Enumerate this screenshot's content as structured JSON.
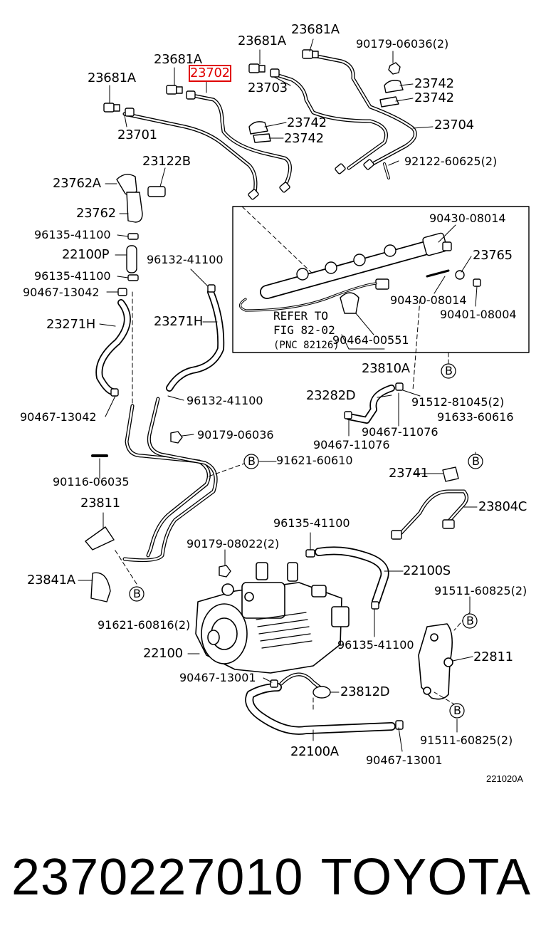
{
  "diagram": {
    "part_labels": {
      "p23681a_1": "23681A",
      "p23681a_2": "23681A",
      "p23681a_3": "23681A",
      "p23681a_4": "23681A",
      "p90179_06036_2": "90179-06036(2)",
      "p23702": "23702",
      "p23703": "23703",
      "p23742_1": "23742",
      "p23742_2": "23742",
      "p23742_3": "23742",
      "p23742_4": "23742",
      "p23704": "23704",
      "p23701": "23701",
      "p92122": "92122-60625(2)",
      "p23122b": "23122B",
      "p23762a": "23762A",
      "p23762": "23762",
      "p96135_1": "96135-41100",
      "p22100p": "22100P",
      "p96135_2": "96135-41100",
      "p90467_13042_1": "90467-13042",
      "p96132_1": "96132-41100",
      "p23271h_1": "23271H",
      "p23271h_2": "23271H",
      "p90430_1": "90430-08014",
      "p23765": "23765",
      "p90430_2": "90430-08014",
      "p90401": "90401-08004",
      "p90464": "90464-00551",
      "p23810a": "23810A",
      "p23282d": "23282D",
      "p91512": "91512-81045(2)",
      "p91633": "91633-60616",
      "p90467_13042_2": "90467-13042",
      "p96132_2": "96132-41100",
      "p90467_11076_1": "90467-11076",
      "p90467_11076_2": "90467-11076",
      "p90179_06036": "90179-06036",
      "p91621_60610": "91621-60610",
      "p90116": "90116-06035",
      "p23741": "23741",
      "p23811": "23811",
      "p23804c": "23804C",
      "p96135_3": "96135-41100",
      "p90179_08022": "90179-08022(2)",
      "p22100s": "22100S",
      "p23841a": "23841A",
      "p91511_1": "91511-60825(2)",
      "p91621_60816": "91621-60816(2)",
      "p96135_4": "96135-41100",
      "p22100": "22100",
      "p22811": "22811",
      "p90467_13001_1": "90467-13001",
      "p23812d": "23812D",
      "p91511_2": "91511-60825(2)",
      "p22100a": "22100A",
      "p90467_13001_2": "90467-13001"
    },
    "refer_note": {
      "line1": "REFER TO",
      "line2": "FIG 82-02",
      "line3": "(PNC 82126)"
    },
    "callout_letter": "B",
    "reference_code": "221020A",
    "highlight_color": "#e00000"
  },
  "footer": {
    "part_number": "2370227010",
    "brand": "TOYOTA"
  }
}
